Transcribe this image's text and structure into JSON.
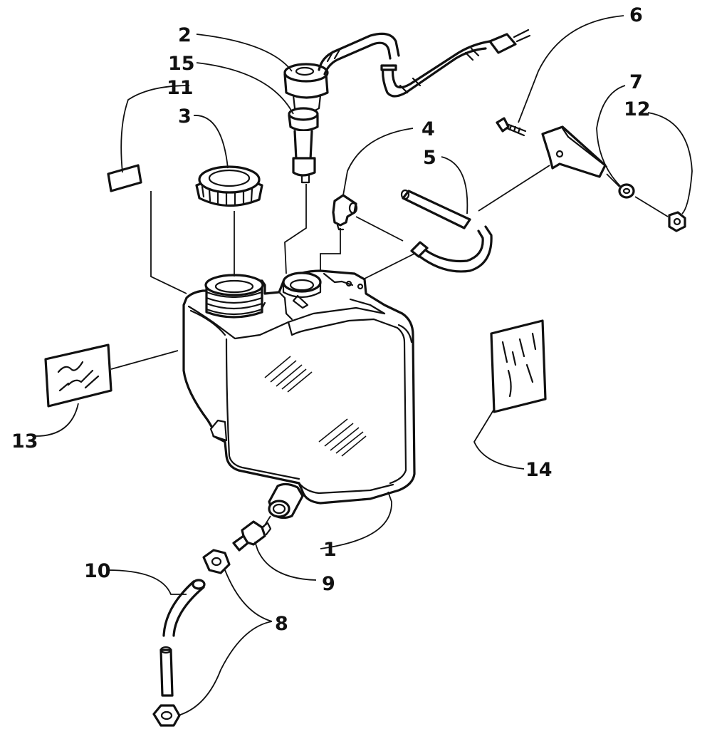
{
  "callouts": {
    "c1": "1",
    "c2": "2",
    "c3": "3",
    "c4": "4",
    "c5": "5",
    "c6": "6",
    "c7": "7",
    "c8": "8",
    "c9": "9",
    "c10": "10",
    "c11": "11",
    "c12": "12",
    "c13": "13",
    "c14": "14",
    "c15": "15"
  },
  "colors": {
    "ink": "#111111",
    "background": "#ffffff"
  }
}
